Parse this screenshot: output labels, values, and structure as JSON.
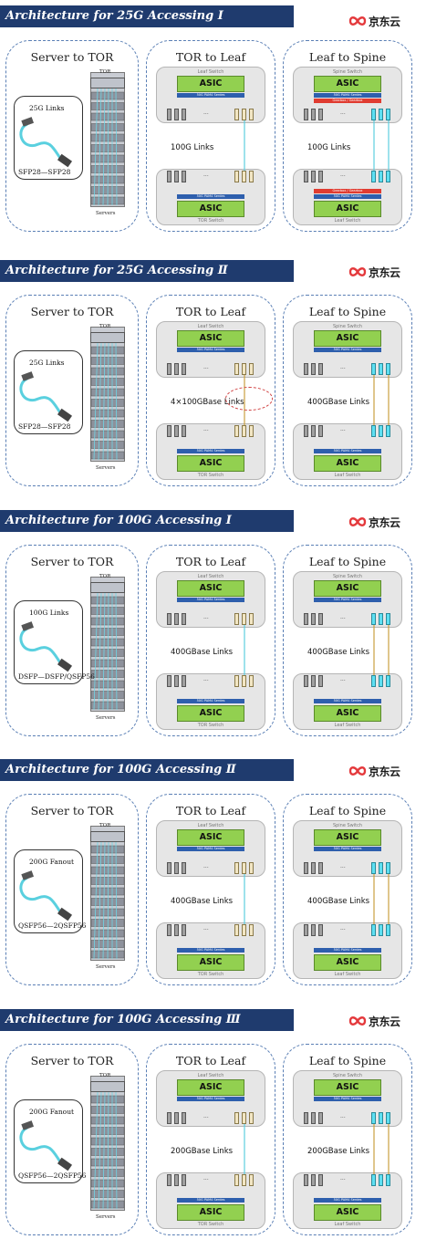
{
  "logo": {
    "text": "京东云",
    "icon": "jdcloud-infinity-icon",
    "color": "#e4393c"
  },
  "colors": {
    "banner": "#1f3b6e",
    "asic": "#92d050",
    "blue_bar": "#2e5fad",
    "red_bar": "#e03c31",
    "cyan_port": "#5ee0f2",
    "panel_border": "#5a7fb5"
  },
  "panel_titles": {
    "server": "Server to TOR",
    "tor_leaf": "TOR to Leaf",
    "leaf_spine": "Leaf to Spine"
  },
  "common": {
    "asic": "ASIC",
    "tor_label": "TOR",
    "servers_label": "Servers",
    "leaf_switch": "Leaf Switch",
    "spine_switch": "Spine Switch",
    "tor_switch": "TOR Switch",
    "dots": "···",
    "serdes_port": "Port Serdes",
    "serdes_25": "25G PHY Serdes",
    "serdes_50": "50G PAM4 Serdes"
  },
  "sections": [
    {
      "banner": "Architecture for 25G Accessing Ⅰ",
      "server_link": "25G Links",
      "server_module": "SFP28—SFP28",
      "tl_links": "100G Links",
      "ls_links": "100G Links",
      "gearbox": "Gearbox / Gearbox"
    },
    {
      "banner": "Architecture for 25G Accessing Ⅱ",
      "server_link": "25G Links",
      "server_module": "SFP28—SFP28",
      "tl_links": "4×100GBase Links",
      "ls_links": "400GBase Links"
    },
    {
      "banner": "Architecture for 100G Accessing Ⅰ",
      "server_link": "100G Links",
      "server_module": "DSFP—DSFP/QSFP56",
      "tl_links": "400GBase Links",
      "ls_links": "400GBase Links"
    },
    {
      "banner": "Architecture for 100G Accessing Ⅱ",
      "server_link": "200G Fanout",
      "server_module": "QSFP56—2QSFP56",
      "tl_links": "400GBase Links",
      "ls_links": "400GBase Links"
    },
    {
      "banner": "Architecture for 100G Accessing Ⅲ",
      "server_link": "200G Fanout",
      "server_module": "QSFP56—2QSFP56",
      "tl_links": "200GBase Links",
      "ls_links": "200GBase Links"
    }
  ]
}
